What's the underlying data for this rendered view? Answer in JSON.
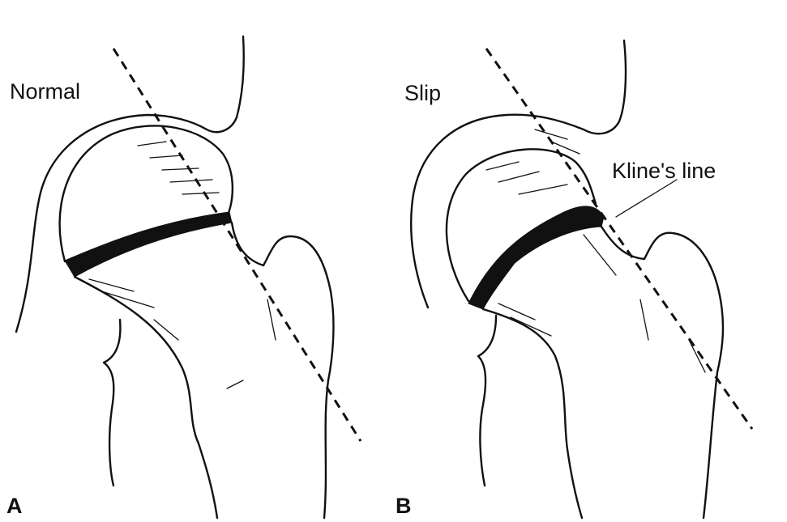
{
  "panels": [
    {
      "letter": "A",
      "title": "Normal"
    },
    {
      "letter": "B",
      "title": "Slip"
    }
  ],
  "annotation": {
    "text": "Kline's line"
  }
}
